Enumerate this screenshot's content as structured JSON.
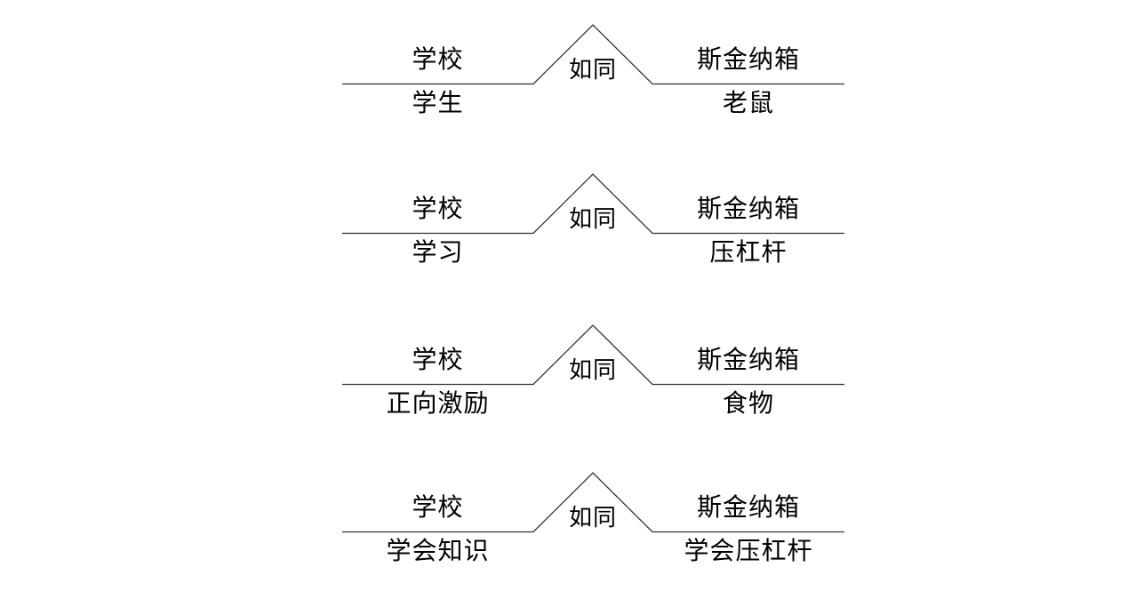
{
  "colors": {
    "background": "#ffffff",
    "line": "#333333",
    "text": "#000000"
  },
  "rows": [
    {
      "left_top": "学校",
      "left_bottom": "学生",
      "connector": "如同",
      "right_top": "斯金纳箱",
      "right_bottom": "老鼠"
    },
    {
      "left_top": "学校",
      "left_bottom": "学习",
      "connector": "如同",
      "right_top": "斯金纳箱",
      "right_bottom": "压杠杆"
    },
    {
      "left_top": "学校",
      "left_bottom": "正向激励",
      "connector": "如同",
      "right_top": "斯金纳箱",
      "right_bottom": "食物"
    },
    {
      "left_top": "学校",
      "left_bottom": "学会知识",
      "connector": "如同",
      "right_top": "斯金纳箱",
      "right_bottom": "学会压杠杆"
    }
  ]
}
